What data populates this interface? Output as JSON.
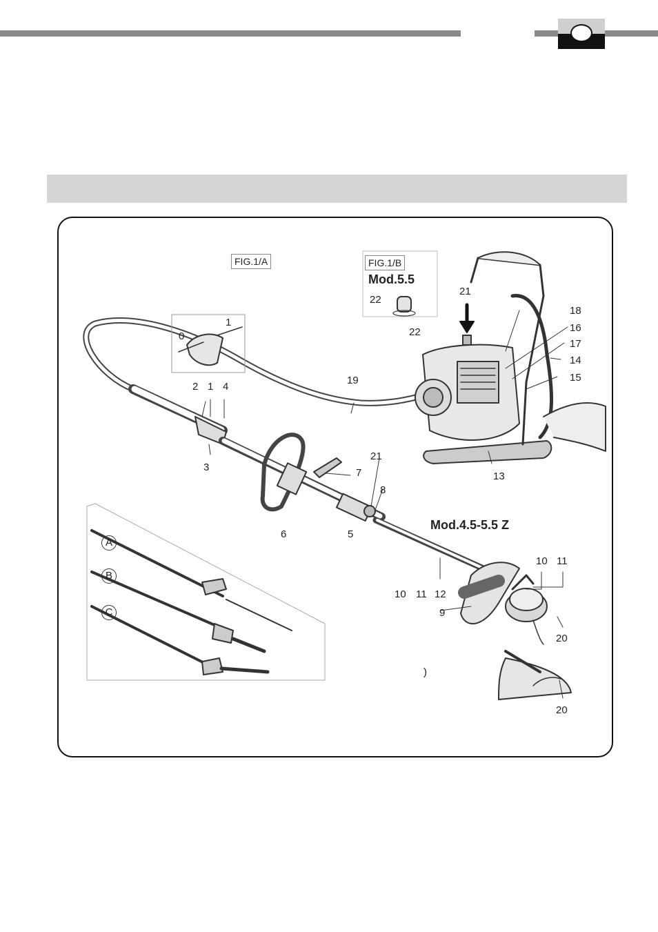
{
  "figure": {
    "fig_a_label": "FIG.1/A",
    "fig_b_label": "FIG.1/B",
    "model_b": "Mod.5.5",
    "model_z": "Mod.4.5-5.5 Z",
    "throttle_positions": {
      "off": "0",
      "on": "1"
    },
    "attachments": [
      "A",
      "B",
      "C"
    ],
    "callouts": [
      "1",
      "2",
      "3",
      "4",
      "5",
      "6",
      "7",
      "8",
      "9",
      "10",
      "11",
      "12",
      "13",
      "14",
      "15",
      "16",
      "17",
      "18",
      "19",
      "20",
      "21",
      "22"
    ],
    "stray_mark": ")"
  }
}
